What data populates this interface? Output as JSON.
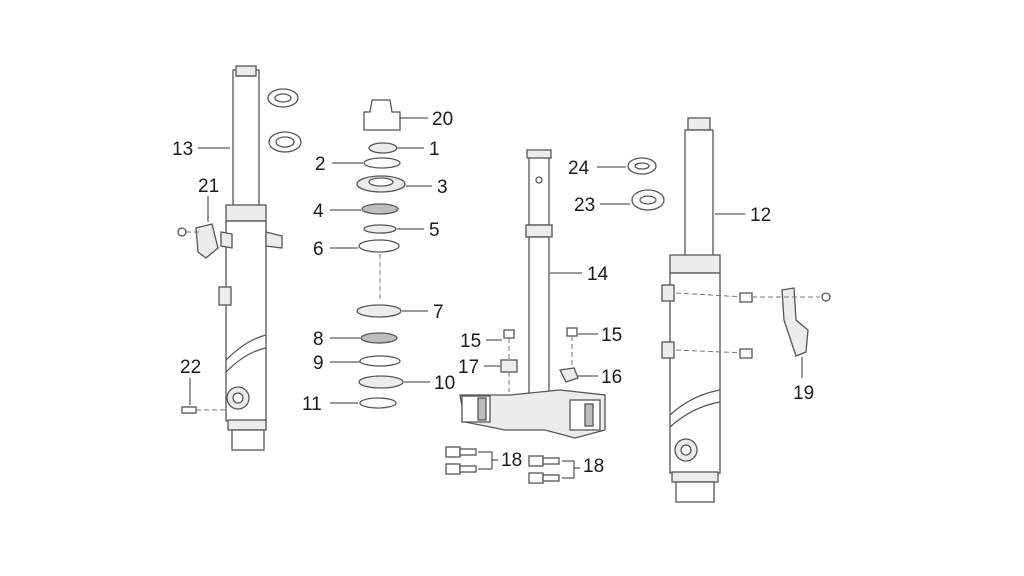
{
  "callouts": [
    {
      "id": "c1",
      "text": "1"
    },
    {
      "id": "c2",
      "text": "2"
    },
    {
      "id": "c3",
      "text": "3"
    },
    {
      "id": "c4",
      "text": "4"
    },
    {
      "id": "c5",
      "text": "5"
    },
    {
      "id": "c6",
      "text": "6"
    },
    {
      "id": "c7",
      "text": "7"
    },
    {
      "id": "c8",
      "text": "8"
    },
    {
      "id": "c9",
      "text": "9"
    },
    {
      "id": "c10",
      "text": "10"
    },
    {
      "id": "c11",
      "text": "11"
    },
    {
      "id": "c12",
      "text": "12"
    },
    {
      "id": "c13",
      "text": "13"
    },
    {
      "id": "c14",
      "text": "14"
    },
    {
      "id": "c15a",
      "text": "15"
    },
    {
      "id": "c15b",
      "text": "15"
    },
    {
      "id": "c16",
      "text": "16"
    },
    {
      "id": "c17",
      "text": "17"
    },
    {
      "id": "c18a",
      "text": "18"
    },
    {
      "id": "c18b",
      "text": "18"
    },
    {
      "id": "c19",
      "text": "19"
    },
    {
      "id": "c20",
      "text": "20"
    },
    {
      "id": "c21",
      "text": "21"
    },
    {
      "id": "c22",
      "text": "22"
    },
    {
      "id": "c23",
      "text": "23"
    },
    {
      "id": "c24",
      "text": "24"
    }
  ]
}
